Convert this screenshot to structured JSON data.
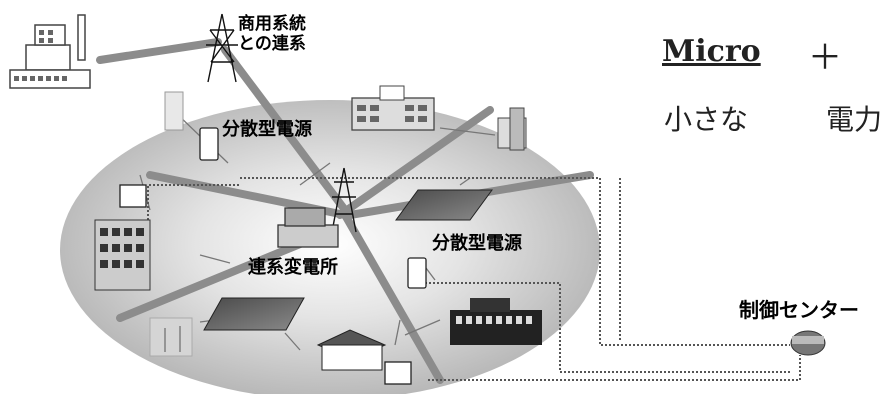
{
  "labels": {
    "commercial_line1": "商用系統",
    "commercial_line2": "との連系",
    "distributed_power_1": "分散型電源",
    "distributed_power_2": "分散型電源",
    "substation": "連系変電所",
    "control_center": "制御センター"
  },
  "heading": {
    "micro": "Micro",
    "plus": "＋",
    "small": "小さな",
    "power": "電力"
  },
  "icons": [
    "power-plant-icon",
    "transmission-tower-icon",
    "office-building-icon",
    "hospital-icon",
    "city-building-icon",
    "generator-icon",
    "factory-building-icon",
    "substation-icon",
    "solar-panel-icon",
    "wind-turbine-icon",
    "house-icon",
    "control-center-icon"
  ]
}
